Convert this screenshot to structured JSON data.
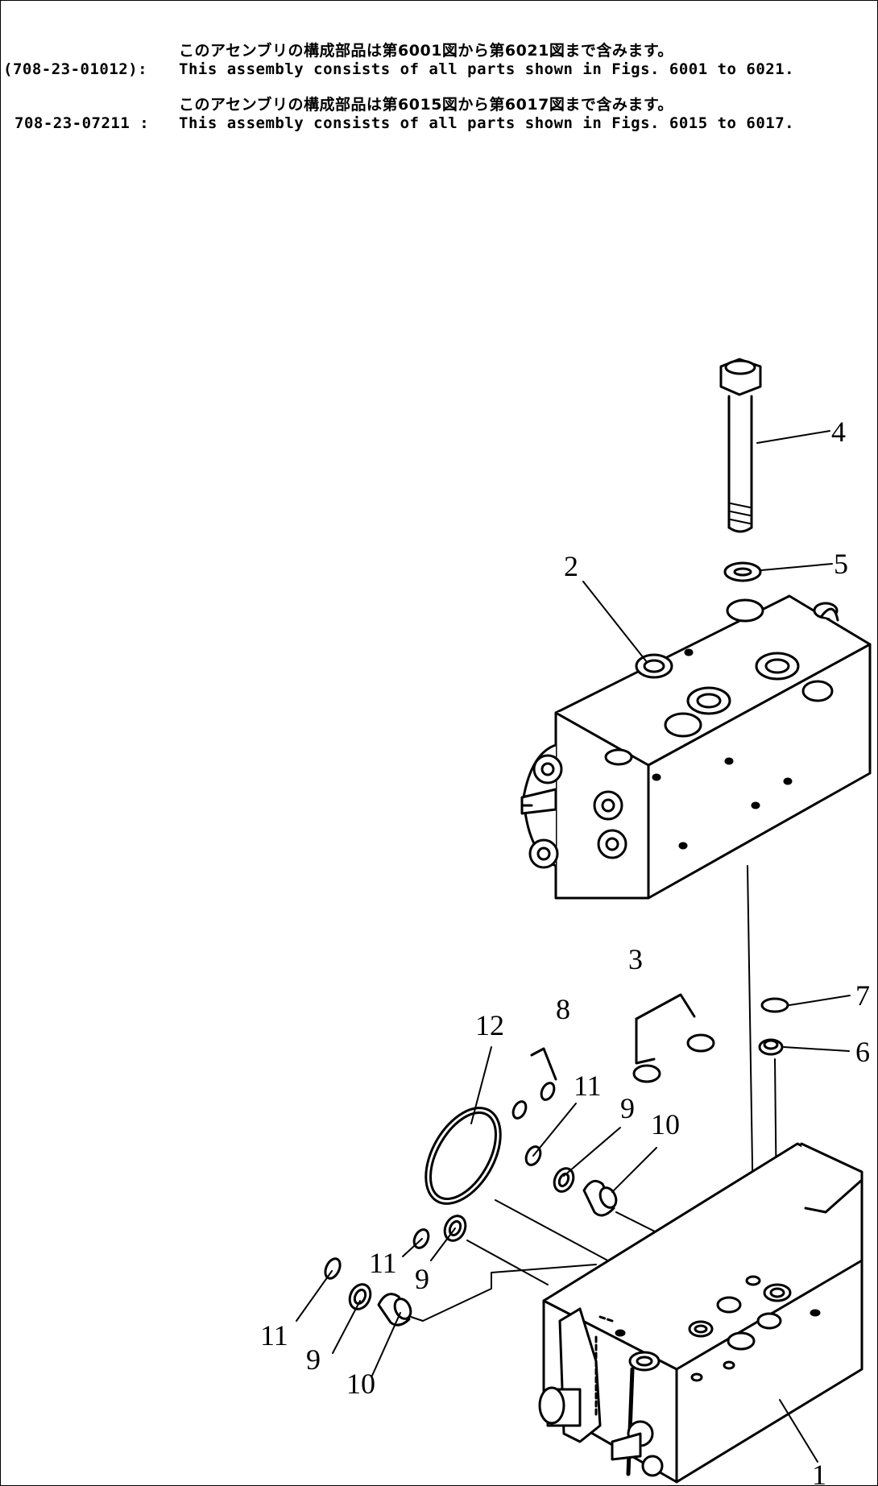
{
  "notes": [
    {
      "part_no": "",
      "jp": "このアセンブリの構成部品は第6001図から第6021図まで含みます。",
      "en": ""
    },
    {
      "part_no": "(708-23-01012):",
      "jp": "",
      "en": "This assembly consists of all parts shown in Figs. 6001 to 6021."
    },
    {
      "part_no": "",
      "jp": "このアセンブリの構成部品は第6015図から第6017図まで含みます。",
      "en": ""
    },
    {
      "part_no": "708-23-07211 :",
      "jp": "",
      "en": "This assembly consists of all parts shown in Figs. 6015 to 6017."
    }
  ],
  "callouts": [
    "4",
    "5",
    "2",
    "3",
    "7",
    "6",
    "12",
    "8",
    "11",
    "9",
    "10",
    "11",
    "9",
    "11",
    "9",
    "10",
    "1"
  ]
}
